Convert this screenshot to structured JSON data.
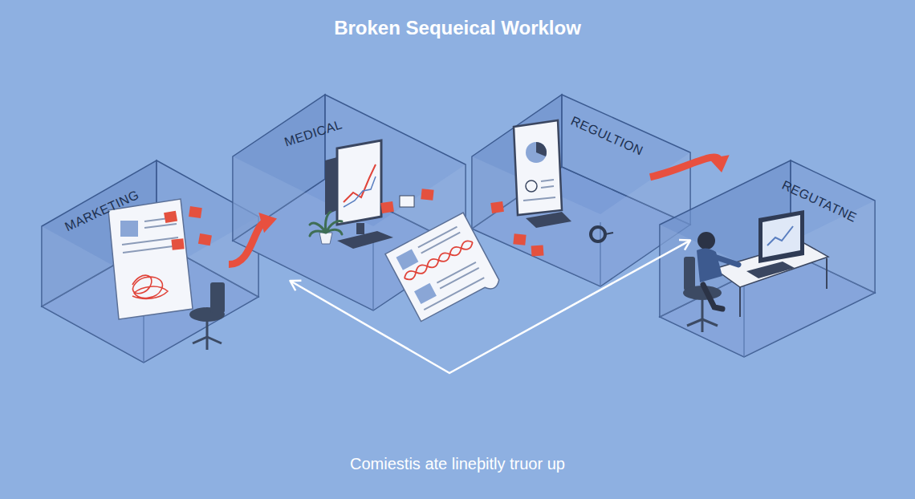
{
  "diagram": {
    "title": "Broken Sequeical Worklow",
    "caption": "Comiestis ate lineþitly truor up",
    "nodes": [
      {
        "text": [
          "MARKETING"
        ]
      },
      {
        "text": [
          "MEDICAL"
        ]
      },
      {
        "text": [
          "REGULTION"
        ]
      },
      {
        "text": [
          "REGUTATNE"
        ]
      }
    ],
    "edges": [
      {
        "from": 0,
        "to": 1,
        "arrow": "to"
      },
      {
        "from": 2,
        "to": 3,
        "arrow": "to"
      },
      {
        "from": 1,
        "to": 3,
        "arrow": "both"
      }
    ]
  }
}
